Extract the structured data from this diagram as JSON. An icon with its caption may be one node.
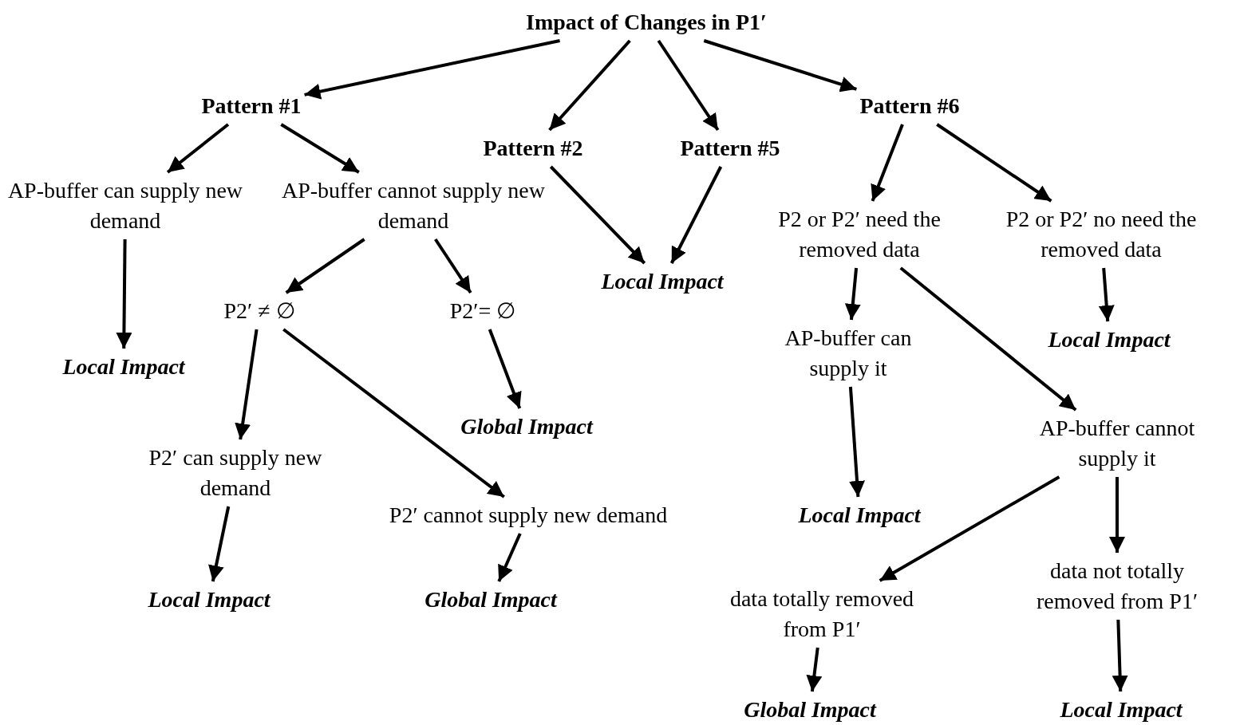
{
  "diagram": {
    "nodes": [
      {
        "text": [
          "Impact of Changes in P1′"
        ]
      },
      {
        "text": [
          "Pattern #1"
        ]
      },
      {
        "text": [
          "Pattern #2"
        ]
      },
      {
        "text": [
          "Pattern #5"
        ]
      },
      {
        "text": [
          "Pattern #6"
        ]
      },
      {
        "text": [
          "AP-buffer can supply new demand"
        ]
      },
      {
        "text": [
          "AP-buffer cannot supply new demand"
        ]
      },
      {
        "text": [
          "Local Impact"
        ]
      },
      {
        "text": [
          "P2′ ≠ ∅"
        ]
      },
      {
        "text": [
          "P2′= ∅"
        ]
      },
      {
        "text": [
          "Global Impact"
        ]
      },
      {
        "text": [
          "P2′ can supply new demand"
        ]
      },
      {
        "text": [
          "P2′ cannot supply new demand"
        ]
      },
      {
        "text": [
          "Local Impact"
        ]
      },
      {
        "text": [
          "Global Impact"
        ]
      },
      {
        "text": [
          "Local Impact"
        ]
      },
      {
        "text": [
          "P2 or P2′ need the removed data"
        ]
      },
      {
        "text": [
          "P2 or P2′ no need the removed data"
        ]
      },
      {
        "text": [
          "Local Impact"
        ]
      },
      {
        "text": [
          "AP-buffer can supply it"
        ]
      },
      {
        "text": [
          "Local Impact"
        ]
      },
      {
        "text": [
          "AP-buffer cannot supply it"
        ]
      },
      {
        "text": [
          "data totally removed from P1′"
        ]
      },
      {
        "text": [
          "data not totally removed from P1′"
        ]
      },
      {
        "text": [
          "Global Impact"
        ]
      },
      {
        "text": [
          "Local Impact"
        ]
      }
    ],
    "edges": [
      {
        "from": 0,
        "to": 1,
        "arrow": "to"
      },
      {
        "from": 0,
        "to": 2,
        "arrow": "to"
      },
      {
        "from": 0,
        "to": 3,
        "arrow": "to"
      },
      {
        "from": 0,
        "to": 4,
        "arrow": "to"
      },
      {
        "from": 1,
        "to": 5,
        "arrow": "to"
      },
      {
        "from": 1,
        "to": 6,
        "arrow": "to"
      },
      {
        "from": 5,
        "to": 7,
        "arrow": "to"
      },
      {
        "from": 6,
        "to": 8,
        "arrow": "to"
      },
      {
        "from": 6,
        "to": 9,
        "arrow": "to"
      },
      {
        "from": 9,
        "to": 10,
        "arrow": "to"
      },
      {
        "from": 8,
        "to": 11,
        "arrow": "to"
      },
      {
        "from": 8,
        "to": 12,
        "arrow": "to"
      },
      {
        "from": 11,
        "to": 13,
        "arrow": "to"
      },
      {
        "from": 12,
        "to": 14,
        "arrow": "to"
      },
      {
        "from": 2,
        "to": 15,
        "arrow": "to"
      },
      {
        "from": 3,
        "to": 15,
        "arrow": "to"
      },
      {
        "from": 4,
        "to": 16,
        "arrow": "to"
      },
      {
        "from": 4,
        "to": 17,
        "arrow": "to"
      },
      {
        "from": 17,
        "to": 18,
        "arrow": "to"
      },
      {
        "from": 16,
        "to": 19,
        "arrow": "to"
      },
      {
        "from": 16,
        "to": 21,
        "arrow": "to"
      },
      {
        "from": 19,
        "to": 20,
        "arrow": "to"
      },
      {
        "from": 21,
        "to": 22,
        "arrow": "to"
      },
      {
        "from": 21,
        "to": 23,
        "arrow": "to"
      },
      {
        "from": 22,
        "to": 24,
        "arrow": "to"
      },
      {
        "from": 23,
        "to": 25,
        "arrow": "to"
      }
    ]
  }
}
